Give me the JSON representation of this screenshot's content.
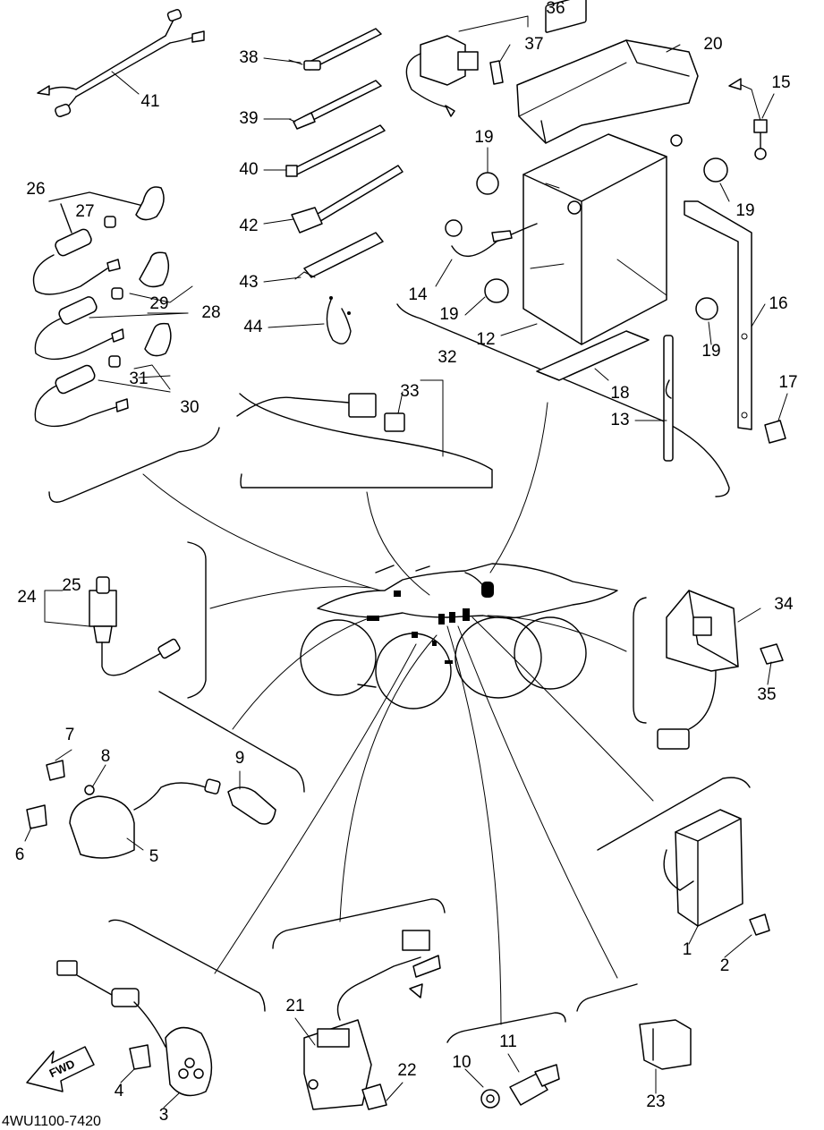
{
  "diagram": {
    "code": "4WU1100-7420",
    "fwd_label": "FWD",
    "parts": [
      {
        "id": "p1",
        "label": "1"
      },
      {
        "id": "p2",
        "label": "2"
      },
      {
        "id": "p3",
        "label": "3"
      },
      {
        "id": "p4",
        "label": "4"
      },
      {
        "id": "p5",
        "label": "5"
      },
      {
        "id": "p6",
        "label": "6"
      },
      {
        "id": "p7",
        "label": "7"
      },
      {
        "id": "p8",
        "label": "8"
      },
      {
        "id": "p9",
        "label": "9"
      },
      {
        "id": "p10",
        "label": "10"
      },
      {
        "id": "p11",
        "label": "11"
      },
      {
        "id": "p12",
        "label": "12"
      },
      {
        "id": "p13",
        "label": "13"
      },
      {
        "id": "p14",
        "label": "14"
      },
      {
        "id": "p15",
        "label": "15"
      },
      {
        "id": "p16",
        "label": "16"
      },
      {
        "id": "p17",
        "label": "17"
      },
      {
        "id": "p18",
        "label": "18"
      },
      {
        "id": "p19a",
        "label": "19"
      },
      {
        "id": "p19b",
        "label": "19"
      },
      {
        "id": "p19c",
        "label": "19"
      },
      {
        "id": "p19d",
        "label": "19"
      },
      {
        "id": "p20",
        "label": "20"
      },
      {
        "id": "p21",
        "label": "21"
      },
      {
        "id": "p22",
        "label": "22"
      },
      {
        "id": "p23",
        "label": "23"
      },
      {
        "id": "p24",
        "label": "24"
      },
      {
        "id": "p25",
        "label": "25"
      },
      {
        "id": "p26",
        "label": "26"
      },
      {
        "id": "p27",
        "label": "27"
      },
      {
        "id": "p28",
        "label": "28"
      },
      {
        "id": "p29",
        "label": "29"
      },
      {
        "id": "p30",
        "label": "30"
      },
      {
        "id": "p31",
        "label": "31"
      },
      {
        "id": "p32",
        "label": "32"
      },
      {
        "id": "p33",
        "label": "33"
      },
      {
        "id": "p34",
        "label": "34"
      },
      {
        "id": "p35",
        "label": "35"
      },
      {
        "id": "p36",
        "label": "36"
      },
      {
        "id": "p37",
        "label": "37"
      },
      {
        "id": "p38",
        "label": "38"
      },
      {
        "id": "p39",
        "label": "39"
      },
      {
        "id": "p40",
        "label": "40"
      },
      {
        "id": "p41",
        "label": "41"
      },
      {
        "id": "p42",
        "label": "42"
      },
      {
        "id": "p43",
        "label": "43"
      },
      {
        "id": "p44",
        "label": "44"
      }
    ]
  }
}
